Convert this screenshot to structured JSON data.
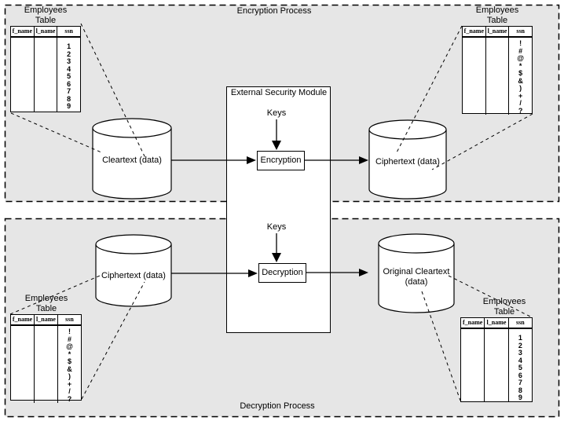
{
  "sections": {
    "encryption_title": "Encryption Process",
    "decryption_title": "Decryption Process"
  },
  "security_module": {
    "title": "External Security Module",
    "keys_top": "Keys",
    "keys_bottom": "Keys",
    "encryption": "Encryption",
    "decryption": "Decryption"
  },
  "cylinders": {
    "cleartext": "Cleartext (data)",
    "ciphertext_top": "Ciphertext (data)",
    "ciphertext_bottom": "Ciphertext (data)",
    "original_cleartext": [
      "Original Cleartext",
      "(data)"
    ]
  },
  "employees_table": {
    "title": [
      "Employees",
      "Table"
    ],
    "headers": [
      "f_name",
      "l_name",
      "ssn"
    ],
    "cleartext_ssn": [
      "1",
      "2",
      "3",
      "4",
      "5",
      "6",
      "7",
      "8",
      "9"
    ],
    "ciphertext_ssn": [
      "!",
      "#",
      "@",
      "*",
      "$",
      "&",
      ")",
      "+",
      "/",
      "?"
    ]
  },
  "colors": {
    "section_fill": "#e6e6e6",
    "shape_fill": "#ffffff",
    "line_color": "#000000"
  }
}
